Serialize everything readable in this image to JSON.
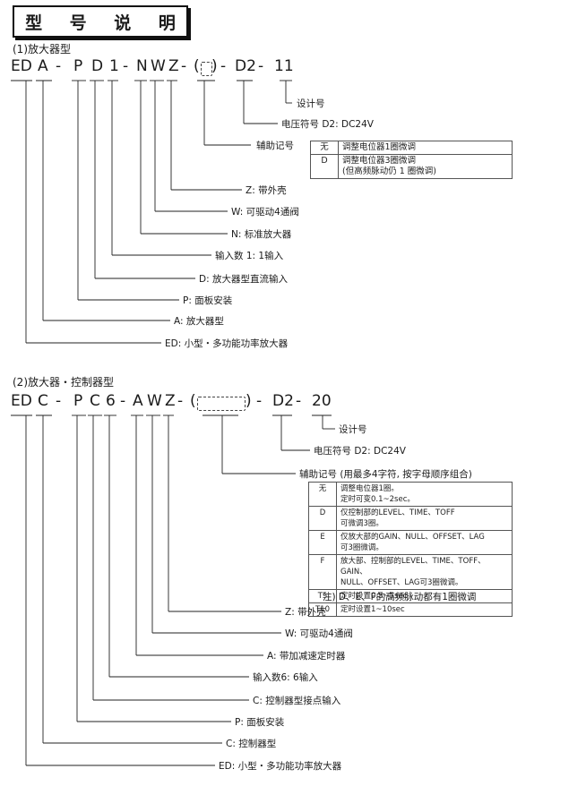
{
  "page_title": "型 号 说 明",
  "sec1": {
    "title": "(1)放大器型",
    "code": [
      "ED",
      "A",
      "-",
      "P",
      "D",
      "1",
      "-",
      "N",
      "W",
      "Z",
      "-",
      "(",
      ")",
      "-",
      "D2",
      "-",
      "11"
    ],
    "labels": {
      "design": "设计号",
      "voltage": "电压符号 D2: DC24V",
      "aux": "辅助记号",
      "z": "Z: 带外壳",
      "w": "W: 可驱动4通阀",
      "n": "N: 标准放大器",
      "inputs": "输入数 1: 1输入",
      "d": "D: 放大器型直流输入",
      "p": "P: 面板安装",
      "a": "A: 放大器型",
      "ed": "ED: 小型・多功能功率放大器"
    },
    "aux_table": [
      {
        "k": "无",
        "v": "调整电位器1圈微调"
      },
      {
        "k": "D",
        "v": "调整电位器3圈微调",
        "v2": "(但高频脉动仍 1 圈微调)"
      }
    ]
  },
  "sec2": {
    "title": "(2)放大器・控制器型",
    "code": [
      "ED",
      "C",
      "-",
      "P",
      "C",
      "6",
      "-",
      "A",
      "W",
      "Z",
      "-",
      "(",
      ")",
      "-",
      "D2",
      "-",
      "20"
    ],
    "labels": {
      "design": "设计号",
      "voltage": "电压符号 D2: DC24V",
      "aux": "辅助记号 (用最多4字符, 按字母顺序组合)",
      "z": "Z: 带外壳",
      "w": "W: 可驱动4通阀",
      "a": "A: 带加减速定时器",
      "inputs": "输入数6: 6输入",
      "c2": "C: 控制器型接点输入",
      "p": "P: 面板安装",
      "c": "C: 控制器型",
      "ed": "ED: 小型・多功能功率放大器"
    },
    "aux_table": [
      {
        "k": "无",
        "v": "调整电位器1圈。",
        "v2": "定时可变0.1~2sec。"
      },
      {
        "k": "D",
        "v": "仅控制部的LEVEL、TIME、TOFF",
        "v2": "可微调3圈。"
      },
      {
        "k": "E",
        "v": "仅放大部的GAIN、NULL、OFFSET、LAG",
        "v2": "可3圈微调。"
      },
      {
        "k": "F",
        "v": "放大部、控制部的LEVEL、TIME、TOFF、GAIN、",
        "v2": "NULL、OFFSET、LAG可3圈微调。"
      },
      {
        "k": "T5",
        "v": "定时设置0.5~5sec"
      },
      {
        "k": "T10",
        "v": "定时设置1~10sec"
      }
    ],
    "note": "注) D、E、F的高频脉动都有1圈微调"
  }
}
